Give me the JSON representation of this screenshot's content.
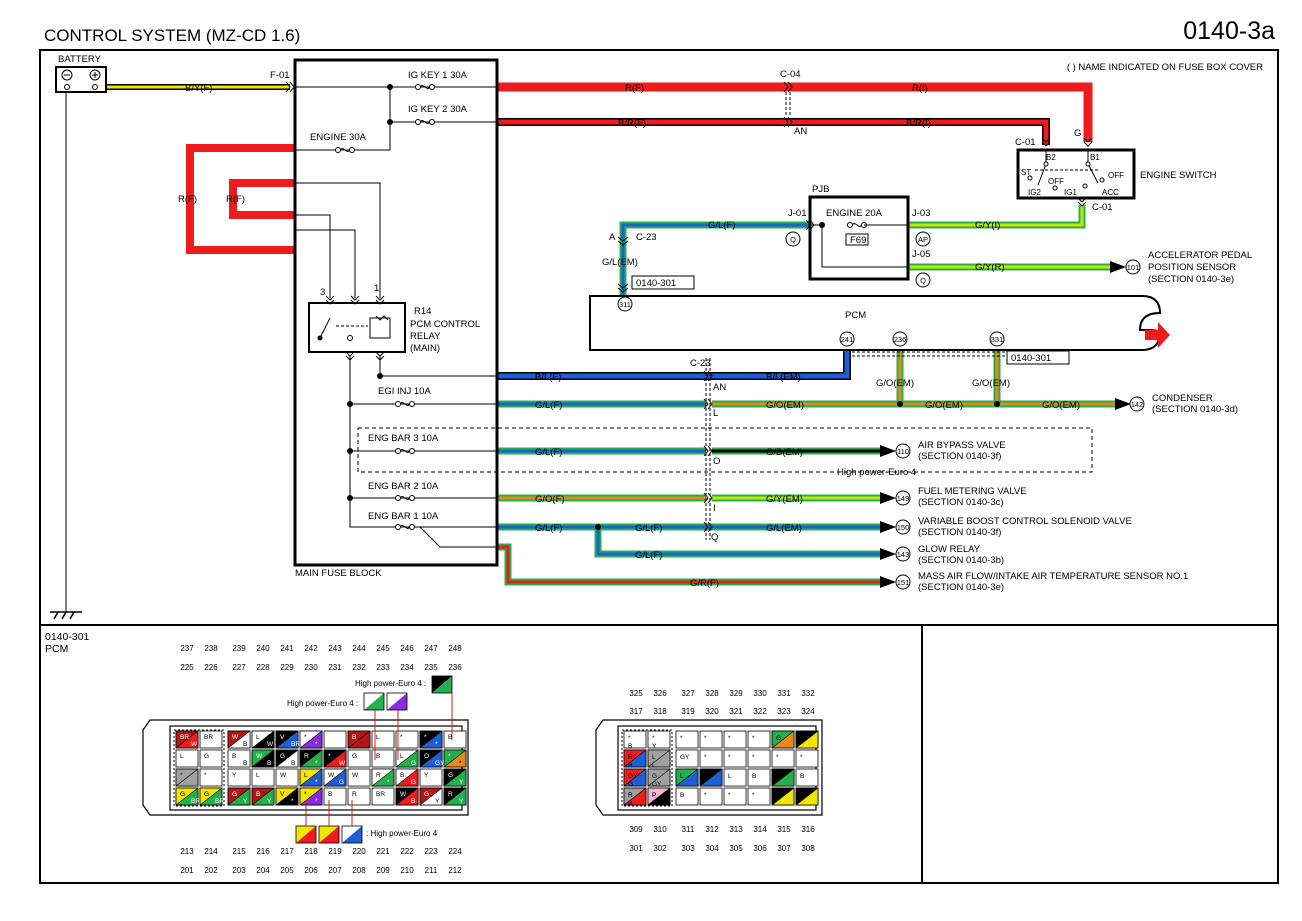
{
  "header": {
    "title": "CONTROL SYSTEM (MZ-CD 1.6)",
    "page_code": "0140-3a",
    "note": "( ) NAME INDICATED ON FUSE BOX COVER"
  },
  "colors": {
    "red": "#ee1c1c",
    "darkred": "#b01818",
    "yellow": "#f2e600",
    "green": "#22b14c",
    "lime": "#c8e600",
    "blue": "#1f5fd6",
    "orange": "#e8871e",
    "black": "#000000",
    "gray": "#a0a0a0",
    "purple": "#8a2be2",
    "pink": "#f4b6d0",
    "white": "#ffffff"
  },
  "components": {
    "battery": "BATTERY",
    "main_fuse_block": "MAIN FUSE BLOCK",
    "pjb": "PJB",
    "pcm": "PCM",
    "engine_switch": "ENGINE SWITCH",
    "relay_code": "R14",
    "relay_name_1": "PCM CONTROL",
    "relay_name_2": "RELAY",
    "relay_name_3": "(MAIN)",
    "pjb_fuse": "ENGINE 20A",
    "pjb_fuse_code": "F69"
  },
  "fuses": {
    "ig_key1": "IG KEY 1 30A",
    "ig_key2": "IG KEY 2 30A",
    "engine30": "ENGINE 30A",
    "egi_inj": "EGI INJ 10A",
    "eng_bar3": "ENG BAR 3 10A",
    "eng_bar2": "ENG BAR 2 10A",
    "eng_bar1": "ENG BAR 1 10A"
  },
  "connectors": {
    "f01": "F-01",
    "c04": "C-04",
    "c01a": "C-01",
    "c01b": "C-01",
    "c23a": "C-23",
    "c23b": "C-23",
    "j01": "J-01",
    "j03": "J-03",
    "j05": "J-05",
    "ref1": "0140-301",
    "ref2": "0140-301"
  },
  "switch_labels": {
    "b2": "B2",
    "b1": "B1",
    "st": "ST",
    "off1": "OFF",
    "off2": "OFF",
    "ig2": "IG2",
    "ig1": "IG1",
    "acc": "ACC"
  },
  "wires": {
    "byf": "B/Y(F)",
    "rf1": "R(F)",
    "ri": "R(I)",
    "brf": "B/R(F)",
    "bri": "B/R(I)",
    "rf2": "R(F)",
    "rf3": "R(F)",
    "glf_pjb": "G/L(F)",
    "glem_a": "G/L(EM)",
    "gyi": "G/Y(I)",
    "gyr": "G/Y(R)",
    "blf": "B/L(F)",
    "blem": "B/L(EM)",
    "goem1": "G/O(EM)",
    "goem2": "G/O(EM)",
    "glf_egi": "G/L(F)",
    "goem3": "G/O(EM)",
    "goem4": "G/O(EM)",
    "goem5": "G/O(EM)",
    "glf_b3": "G/L(F)",
    "gbem": "G/B(EM)",
    "gof": "G/O(F)",
    "gyem": "G/Y(EM)",
    "glf_b1": "G/L(F)",
    "glf_b1b": "G/L(F)",
    "glem_b1": "G/L(EM)",
    "glf_glow": "G/L(F)",
    "grf": "G/R(F)"
  },
  "letters": {
    "g": "G",
    "an1": "AN",
    "an2": "AN",
    "a": "A",
    "l": "L",
    "o": "O",
    "i": "I",
    "q": "Q",
    "pin3": "3",
    "pin1": "1"
  },
  "terminals": {
    "t311": "311",
    "t241": "241",
    "t236": "236",
    "t331": "331",
    "q1": "Q",
    "ap": "AP",
    "q2": "Q",
    "t101": "101",
    "t142": "142",
    "t110": "110",
    "t149": "149",
    "t150": "150",
    "t143": "143",
    "t151": "151"
  },
  "loads": {
    "app_1": "ACCELERATOR PEDAL",
    "app_2": "POSITION SENSOR",
    "app_3": "(SECTION 0140-3e)",
    "cond_1": "CONDENSER",
    "cond_2": "(SECTION 0140-3d)",
    "abv_1": "AIR BYPASS VALVE",
    "abv_2": "(SECTION 0140-3f)",
    "fmv_1": "FUEL METERING VALVE",
    "fmv_2": "(SECTION 0140-3c)",
    "vbc_1": "VARIABLE BOOST CONTROL SOLENOID VALVE",
    "vbc_2": "(SECTION 0140-3f)",
    "glow_1": "GLOW RELAY",
    "glow_2": "(SECTION 0140-3b)",
    "maf_1": "MASS AIR FLOW/INTAKE AIR TEMPERATURE SENSOR NO.1",
    "maf_2": "(SECTION 0140-3e)"
  },
  "high_power": "High power-Euro 4",
  "bottom": {
    "ref": "0140-301",
    "pcm": "PCM",
    "hp_top1": "High power-Euro 4 :",
    "hp_top2": "High power-Euro 4 :",
    "hp_bottom": ": High power-Euro 4",
    "left_top_row1": [
      "237",
      "238",
      "239",
      "240",
      "241",
      "242",
      "243",
      "244",
      "245",
      "246",
      "247",
      "248"
    ],
    "left_top_row2": [
      "225",
      "226",
      "227",
      "228",
      "229",
      "230",
      "231",
      "232",
      "233",
      "234",
      "235",
      "236"
    ],
    "left_bot_row1": [
      "213",
      "214",
      "215",
      "216",
      "217",
      "218",
      "219",
      "220",
      "221",
      "222",
      "223",
      "224"
    ],
    "left_bot_row2": [
      "201",
      "202",
      "203",
      "204",
      "205",
      "206",
      "207",
      "208",
      "209",
      "210",
      "211",
      "212"
    ],
    "right_top_row1": [
      "325",
      "326",
      "327",
      "328",
      "329",
      "330",
      "331",
      "332"
    ],
    "right_top_row2": [
      "317",
      "318",
      "319",
      "320",
      "321",
      "322",
      "323",
      "324"
    ],
    "right_bot_row1": [
      "309",
      "310",
      "311",
      "312",
      "313",
      "314",
      "315",
      "316"
    ],
    "right_bot_row2": [
      "301",
      "302",
      "303",
      "304",
      "305",
      "306",
      "307",
      "308"
    ],
    "left_grid": [
      [
        [
          "BR",
          "W",
          "darkred",
          "red"
        ],
        [
          "#",
          "",
          ""
        ],
        [
          "BR",
          "W",
          "darkred",
          "white"
        ],
        [
          "W",
          "B",
          "white",
          "black"
        ],
        [
          "B",
          "L",
          "black",
          "blue"
        ],
        [
          "W",
          "V",
          "white",
          "purple"
        ],
        [
          "",
          ""
        ],
        [
          "BR",
          "",
          "darkred",
          "darkred"
        ],
        [
          "*",
          "",
          ""
        ],
        [
          "*",
          "",
          ""
        ],
        [
          "B",
          "L",
          "black",
          "blue"
        ],
        [
          "*",
          "",
          ""
        ]
      ],
      [
        [
          "*",
          "",
          ""
        ],
        [
          "*",
          "",
          ""
        ],
        [
          "B",
          "L",
          "blackblue"
        ],
        [
          "G",
          "B",
          "green",
          "black"
        ],
        [
          "B",
          "W",
          "black",
          "white"
        ],
        [
          "B",
          "G",
          "black",
          "green"
        ],
        [
          "B",
          "R",
          "black",
          "red"
        ],
        [
          "*",
          "",
          ""
        ],
        [
          "*",
          "",
          ""
        ],
        [
          "W",
          "G",
          "white",
          "green"
        ],
        [
          "B",
          "L",
          "black",
          "blue"
        ],
        [
          "G",
          "O",
          "green",
          "orange"
        ]
      ],
      [
        [
          "GY",
          "",
          "gray",
          "gray"
        ],
        [
          "*",
          "",
          ""
        ],
        [
          "*",
          "",
          ""
        ],
        [
          "*",
          "",
          ""
        ],
        [
          "*",
          "",
          ""
        ],
        [
          "Y",
          "L",
          "yellow",
          "blue"
        ],
        [
          "W",
          "L",
          "white",
          "blue"
        ],
        [
          "*",
          "",
          ""
        ],
        [
          "W",
          "G",
          "white",
          "green"
        ],
        [
          "W",
          "R",
          "white",
          "red"
        ],
        [
          "*",
          "",
          ""
        ],
        [
          "B",
          "G",
          "black",
          "green"
        ]
      ],
      [
        [
          "Y",
          "G",
          "yellow",
          "green"
        ],
        [
          "Y",
          "G",
          "yellow",
          "green"
        ],
        [
          "BR",
          "G",
          "darkred",
          "green"
        ],
        [
          "BR",
          "G",
          "darkred",
          "green"
        ],
        [
          "Y",
          "B",
          "yellow",
          "black"
        ],
        [
          "Y",
          "V",
          "yellow",
          "purple"
        ],
        [
          "*",
          "",
          ""
        ],
        [
          "*",
          "",
          ""
        ],
        [
          "*",
          "",
          ""
        ],
        [
          "B",
          "R",
          "black",
          "red"
        ],
        [
          "BR",
          "W",
          "darkred",
          "white"
        ],
        [
          "B",
          "G",
          "black",
          "green"
        ]
      ]
    ],
    "left_grid_labels": [
      "BR",
      "W",
      "BR",
      "W",
      "B",
      "L",
      "W",
      "V",
      "BR",
      "*",
      "*",
      "B",
      "L",
      "*",
      "*",
      "*",
      "B",
      "L",
      "G",
      "B",
      "B",
      "W",
      "B",
      "G",
      "B",
      "R",
      "*",
      "*",
      "W",
      "G",
      "B",
      "L",
      "G",
      "O",
      "GY",
      "*",
      "*",
      "*",
      "*",
      "Y",
      "L",
      "W",
      "L",
      "*",
      "W",
      "G",
      "W",
      "R",
      "*",
      "B",
      "G",
      "Y",
      "G",
      "Y",
      "G",
      "BR",
      "G",
      "BR",
      "G",
      "Y",
      "B",
      "Y",
      "V",
      "*",
      "*",
      "*",
      "B",
      "R",
      "BR",
      "W",
      "B",
      "G",
      "Y",
      "R",
      "Y",
      "R",
      "W",
      "L",
      "W",
      "G",
      "B",
      "L",
      "W",
      "V",
      "B",
      "G"
    ],
    "right_grid_labels": [
      "*",
      "*",
      "*",
      "*",
      "*",
      "*",
      "G",
      "O",
      "B",
      "Y",
      "R",
      "L",
      "GY",
      "*",
      "*",
      "*",
      "*",
      "*",
      "R",
      "L",
      "GY",
      "G",
      "L",
      "B",
      "L",
      "B",
      "*",
      "B",
      "G",
      "GY",
      "R",
      "P",
      "B",
      "*",
      "*",
      "*",
      "B",
      "Y",
      "B",
      "Y"
    ]
  }
}
